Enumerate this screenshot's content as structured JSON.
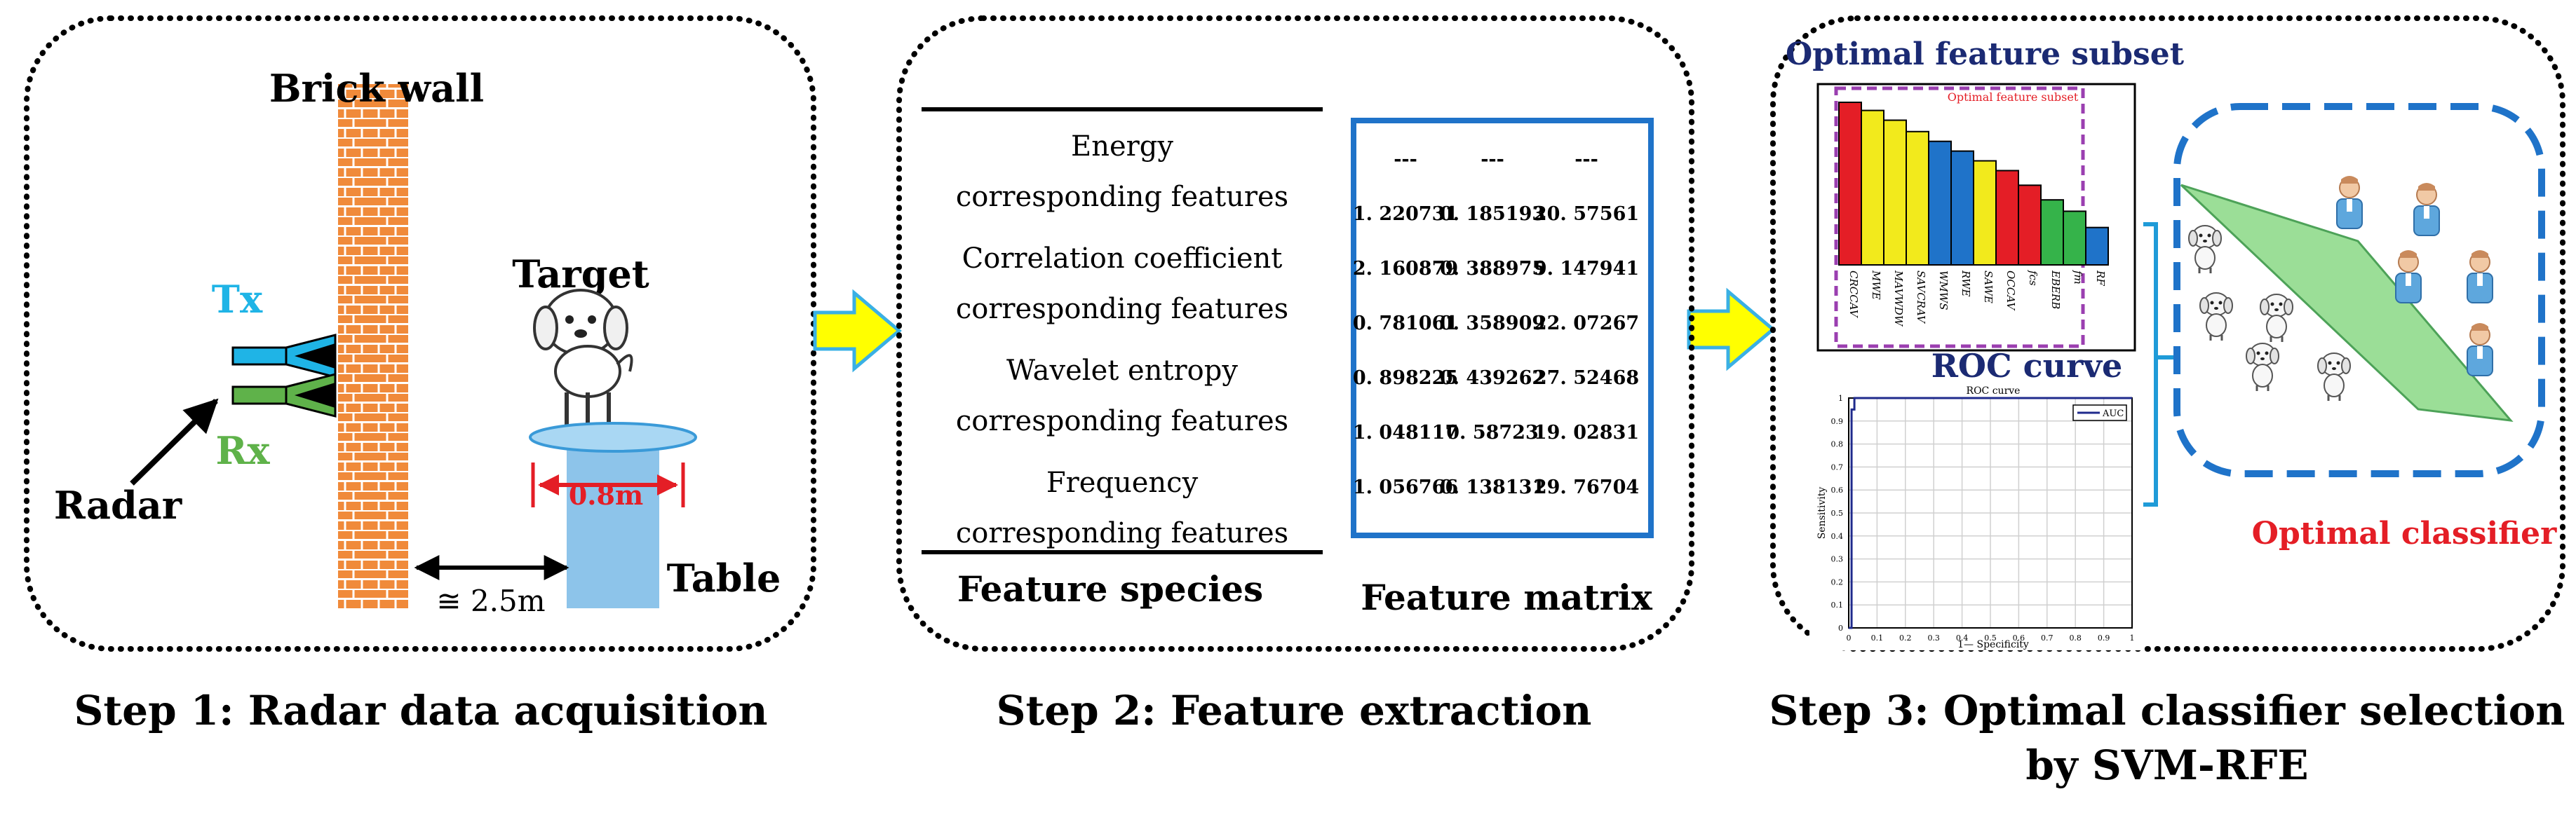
{
  "steps": [
    {
      "caption": "Step 1: Radar data acquisition",
      "labels": {
        "wall": "Brick wall",
        "target": "Target",
        "tx": "Tx",
        "rx": "Rx",
        "radar": "Radar",
        "table_width": "0.8m",
        "distance": "≅ 2.5m",
        "table": "Table"
      }
    },
    {
      "caption": "Step 2: Feature extraction",
      "feature_species_title": "Feature species",
      "feature_matrix_title": "Feature matrix",
      "feature_groups": [
        {
          "line1": "Energy",
          "line2": "corresponding features"
        },
        {
          "line1": "Correlation coefficient",
          "line2": "corresponding features"
        },
        {
          "line1": "Wavelet entropy",
          "line2": "corresponding features"
        },
        {
          "line1": "Frequency",
          "line2": "corresponding features"
        }
      ],
      "matrix_rows": [
        [
          "---",
          "---",
          "---"
        ],
        [
          "1. 220731",
          "0. 185193",
          "20. 57561"
        ],
        [
          "2. 160879",
          "0. 388975",
          "9. 147941"
        ],
        [
          "0. 781061",
          "0. 358909",
          "22. 07267"
        ],
        [
          "0. 898225",
          "0. 439262",
          "27. 52468"
        ],
        [
          "1. 048117",
          "0. 58723",
          "19. 02831"
        ],
        [
          "1. 056766",
          "0. 138131",
          "29. 76704"
        ]
      ]
    },
    {
      "caption_line1": "Step 3: Optimal classifier selection",
      "caption_line2": "by SVM-RFE",
      "subset_title": "Optimal feature subset",
      "subset_inner_label": "Optimal feature subset",
      "roc_title": "ROC curve",
      "classifier_label": "Optimal classifier"
    }
  ],
  "chart_data": [
    {
      "type": "bar",
      "title": "Optimal feature subset",
      "categories": [
        "CRCCAV",
        "MWE",
        "MAVWDW",
        "SAVCRAV",
        "WMWS",
        "RWE",
        "SAWE",
        "OCCAV",
        "fcs",
        "EBERB",
        "fm",
        "RF"
      ],
      "values": [
        1.0,
        0.95,
        0.89,
        0.82,
        0.76,
        0.7,
        0.64,
        0.58,
        0.49,
        0.4,
        0.33,
        0.23
      ],
      "colors": [
        "#e41e26",
        "#f2ea1c",
        "#f2ea1c",
        "#f2ea1c",
        "#1f73c9",
        "#1f73c9",
        "#f2ea1c",
        "#e41e26",
        "#e41e26",
        "#35b34a",
        "#35b34a",
        "#1f73c9"
      ],
      "ylim": [
        0,
        1
      ]
    },
    {
      "type": "line",
      "title": "ROC curve",
      "xlabel": "1— Specificity",
      "ylabel": "Sensitivity",
      "legend": "AUC",
      "x": [
        0,
        0.01,
        0.01,
        0.02,
        0.02,
        1.0
      ],
      "y": [
        0,
        0,
        0.95,
        0.95,
        1.0,
        1.0
      ],
      "xlim": [
        0,
        1
      ],
      "ylim": [
        0,
        1
      ],
      "xticks": [
        "0",
        "0.1",
        "0.2",
        "0.3",
        "0.4",
        "0.5",
        "0.6",
        "0.7",
        "0.8",
        "0.9",
        "1"
      ],
      "yticks": [
        "0",
        "0.1",
        "0.2",
        "0.3",
        "0.4",
        "0.5",
        "0.6",
        "0.7",
        "0.8",
        "0.9",
        "1"
      ],
      "grid": true
    }
  ]
}
